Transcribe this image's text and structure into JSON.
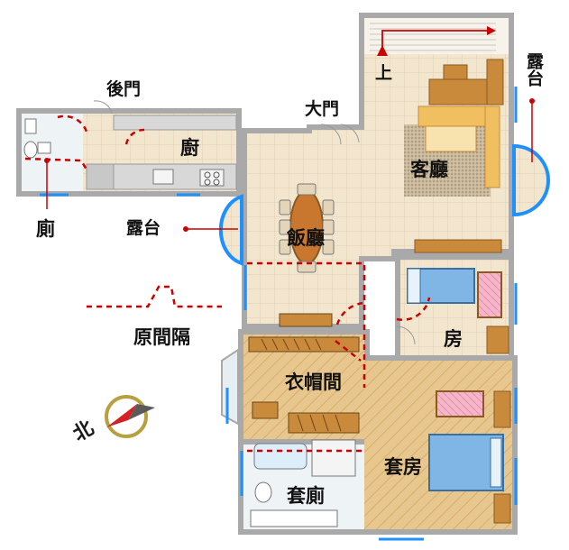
{
  "labels": {
    "back_door": "後門",
    "main_door": "大門",
    "up": "上",
    "balcony_right": "露台",
    "balcony_left": "露台",
    "kitchen": "廚",
    "living_room": "客廳",
    "toilet": "廁",
    "dining_room": "飯廳",
    "original_partition": "原間隔",
    "bedroom": "房",
    "cloakroom": "衣帽間",
    "master_bedroom": "套房",
    "ensuite_bath": "套廁",
    "north": "北"
  },
  "colors": {
    "wall": "#a9a9a9",
    "floor_tile": "#f3e6cf",
    "wood_floor": "#e8c78e",
    "window_blue": "#1e90ff",
    "partition_red": "#cc0000",
    "compass_red": "#d42020",
    "compass_gold": "#b8a040",
    "sofa": "#f0c060",
    "bed_blue": "#7fb6e6",
    "bed_pink": "#f4b6c8",
    "wood_furniture": "#c98a3c"
  }
}
